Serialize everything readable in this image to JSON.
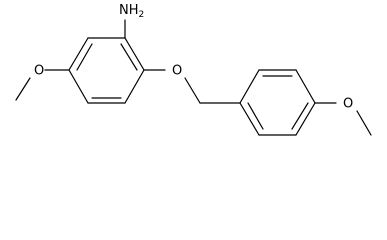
{
  "molecule": {
    "labels": {
      "amine_n": "N",
      "amine_h": "H",
      "amine_h_count": "2",
      "ether_o": "O"
    },
    "colors": {
      "bond": "#000000",
      "text": "#000000",
      "background": "#ffffff"
    }
  }
}
